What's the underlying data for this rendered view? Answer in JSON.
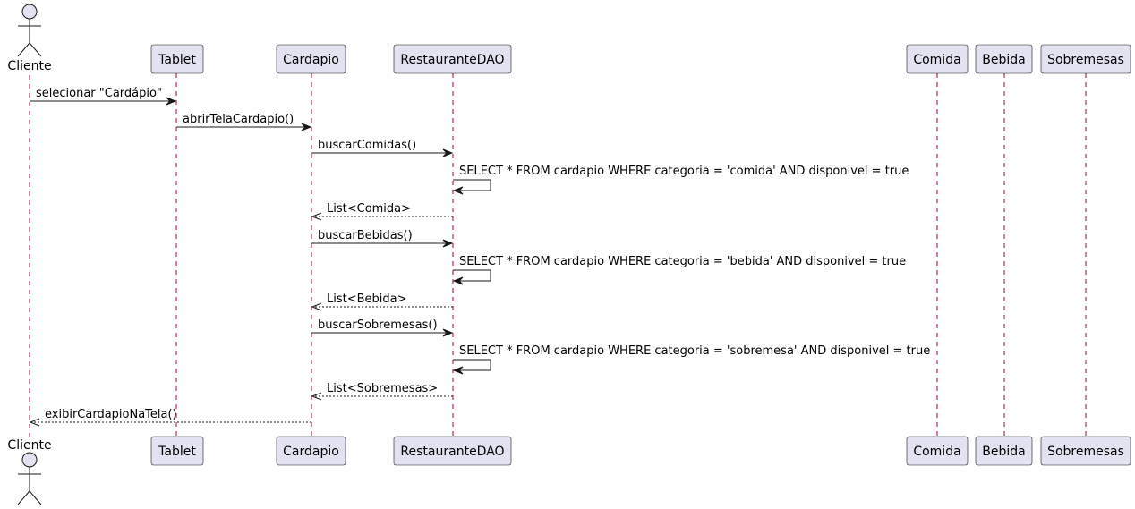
{
  "participants": [
    {
      "id": "cliente",
      "label": "Cliente",
      "kind": "actor"
    },
    {
      "id": "tablet",
      "label": "Tablet",
      "kind": "participant"
    },
    {
      "id": "cardapio",
      "label": "Cardapio",
      "kind": "participant"
    },
    {
      "id": "dao",
      "label": "RestauranteDAO",
      "kind": "participant"
    },
    {
      "id": "comida",
      "label": "Comida",
      "kind": "participant"
    },
    {
      "id": "bebida",
      "label": "Bebida",
      "kind": "participant"
    },
    {
      "id": "sobremesas",
      "label": "Sobremesas",
      "kind": "participant"
    }
  ],
  "messages": [
    {
      "from": "cliente",
      "to": "tablet",
      "label": "selecionar \"Cardápio\"",
      "style": "sync"
    },
    {
      "from": "tablet",
      "to": "cardapio",
      "label": "abrirTelaCardapio()",
      "style": "sync"
    },
    {
      "from": "cardapio",
      "to": "dao",
      "label": "buscarComidas()",
      "style": "sync"
    },
    {
      "from": "dao",
      "to": "dao",
      "label": "SELECT * FROM cardapio WHERE categoria = 'comida' AND disponivel = true",
      "style": "self"
    },
    {
      "from": "dao",
      "to": "cardapio",
      "label": "List<Comida>",
      "style": "return"
    },
    {
      "from": "cardapio",
      "to": "dao",
      "label": "buscarBebidas()",
      "style": "sync"
    },
    {
      "from": "dao",
      "to": "dao",
      "label": "SELECT * FROM cardapio WHERE categoria = 'bebida' AND disponivel = true",
      "style": "self"
    },
    {
      "from": "dao",
      "to": "cardapio",
      "label": "List<Bebida>",
      "style": "return"
    },
    {
      "from": "cardapio",
      "to": "dao",
      "label": "buscarSobremesas()",
      "style": "sync"
    },
    {
      "from": "dao",
      "to": "dao",
      "label": "SELECT * FROM cardapio WHERE categoria = 'sobremesa' AND disponivel = true",
      "style": "self"
    },
    {
      "from": "dao",
      "to": "cardapio",
      "label": "List<Sobremesas>",
      "style": "return"
    },
    {
      "from": "cardapio",
      "to": "cliente",
      "label": "exibirCardapioNaTela()",
      "style": "return"
    }
  ],
  "colors": {
    "participant_fill": "#e2e2f0",
    "border": "#181818",
    "lifeline": "#a80036"
  }
}
